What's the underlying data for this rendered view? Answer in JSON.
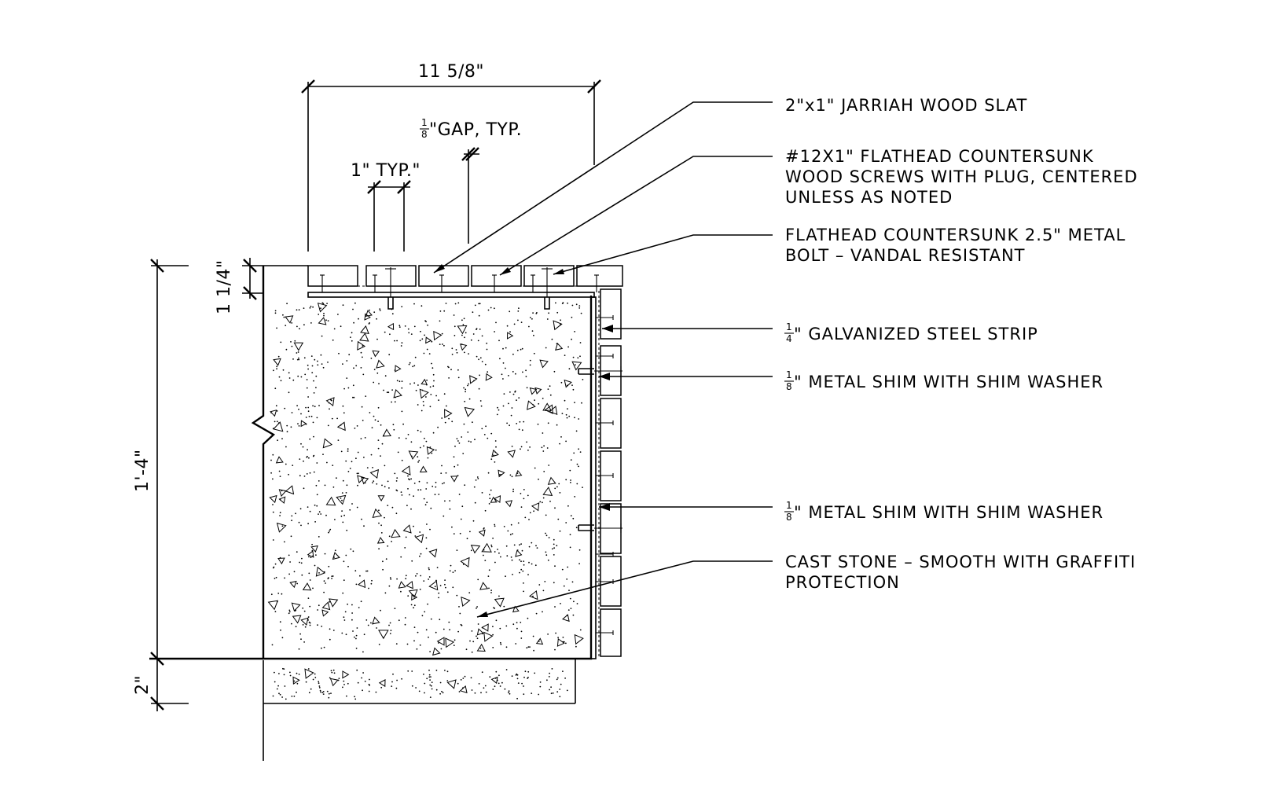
{
  "dimensions": {
    "width_top": "11 5/8\"",
    "gap_num": "1",
    "gap_den": "8",
    "gap_text": "\"GAP, TYP.",
    "slat_typ": "1\" TYP.\"",
    "cap_height": "1 1/4\"",
    "wall_height": "1'-4\"",
    "base_height": "2\""
  },
  "callouts": {
    "wood_slat": "2\"x1\" JARRIAH WOOD SLAT",
    "screws_1": "#12X1\" FLATHEAD COUNTERSUNK",
    "screws_2": "WOOD SCREWS WITH PLUG, CENTERED",
    "screws_3": "UNLESS AS NOTED",
    "bolt_1": "FLATHEAD COUNTERSUNK 2.5\" METAL",
    "bolt_2": "BOLT – VANDAL RESISTANT",
    "strip_num": "1",
    "strip_den": "4",
    "strip_text": "\" GALVANIZED STEEL STRIP",
    "shim1_num": "1",
    "shim1_den": "8",
    "shim1_text": "\" METAL SHIM WITH SHIM WASHER",
    "shim2_num": "1",
    "shim2_den": "8",
    "shim2_text": "\" METAL SHIM WITH SHIM WASHER",
    "stone_1": "CAST STONE – SMOOTH WITH GRAFFITI",
    "stone_2": "PROTECTION"
  }
}
